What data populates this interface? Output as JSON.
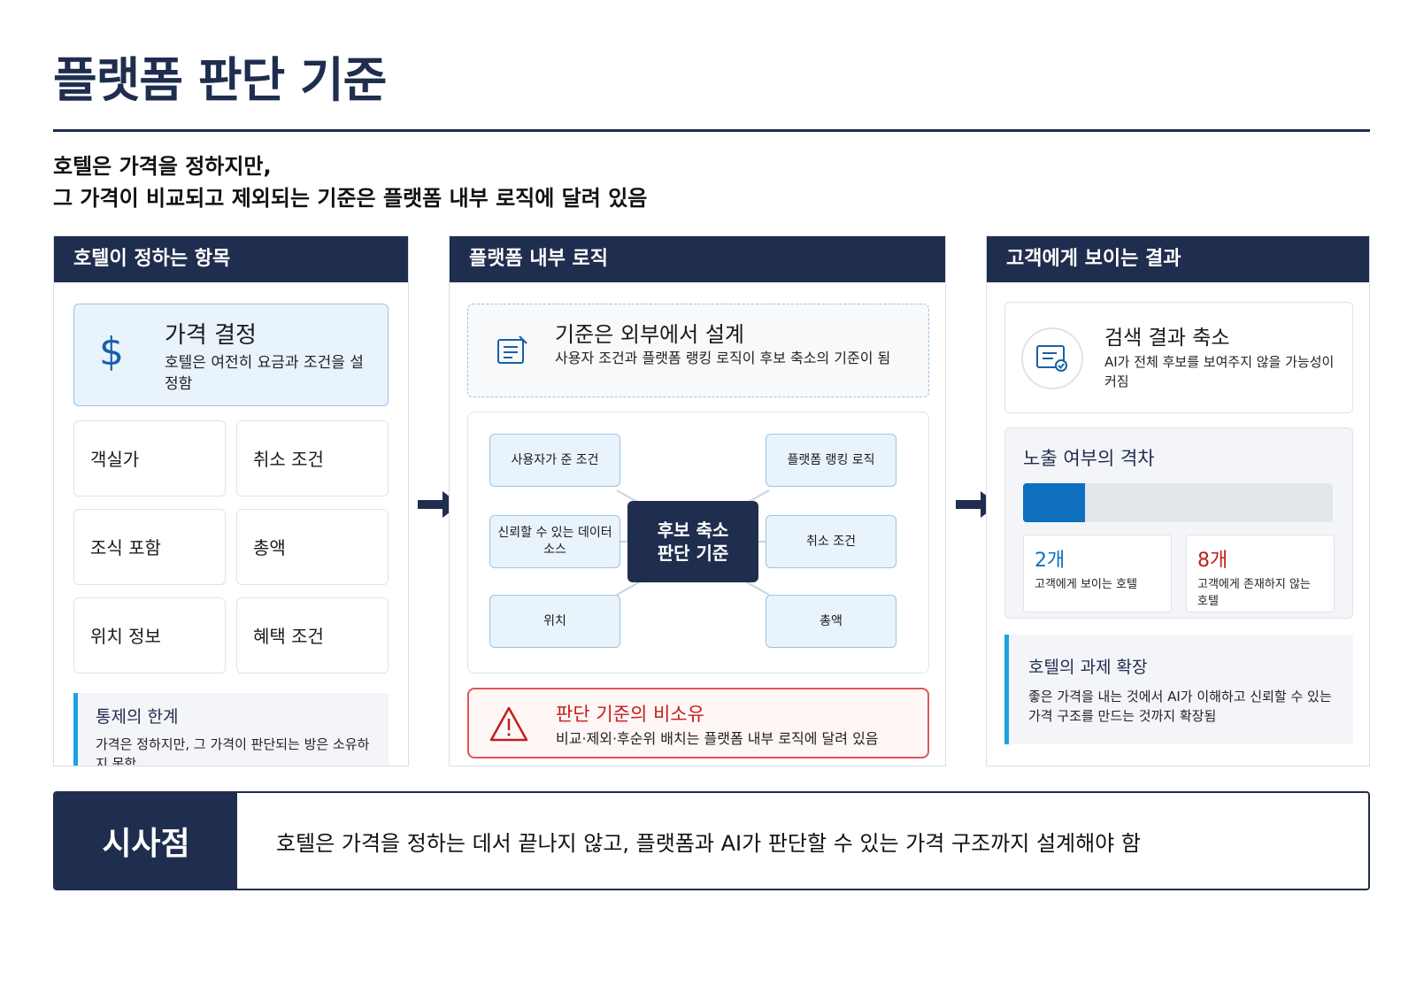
{
  "page": {
    "title": "플랫폼 판단 기준",
    "subtitle_line1": "호텔은 가격을 정하지만,",
    "subtitle_line2": "그 가격이 비교되고 제외되는 기준은 플랫폼 내부 로직에 달려 있음"
  },
  "panel1": {
    "header": "호텔이 정하는 항목",
    "price_card": {
      "icon": "dollar-icon",
      "title": "가격 결정",
      "desc": "호텔은 여전히 요금과 조건을 설정함"
    },
    "tiles": [
      "객실가",
      "취소 조건",
      "조식 포함",
      "총액",
      "위치 정보",
      "혜택 조건"
    ],
    "note": {
      "title": "통제의 한계",
      "desc": "가격은 정하지만, 그 가격이 판단되는 방은 소유하지 못함"
    }
  },
  "panel2": {
    "header": "플랫폼 내부 로직",
    "ext_card": {
      "icon": "document-list-icon",
      "title": "기준은 외부에서 설계",
      "desc": "사용자 조건과 플랫폼 랭킹 로직이 후보 축소의 기준이 됨"
    },
    "center": {
      "line1": "후보 축소",
      "line2": "판단 기준"
    },
    "nodes": [
      "사용자가 준 조건",
      "신뢰할 수 있는 데이터 소스",
      "위치",
      "플랫폼 랭킹 로직",
      "취소 조건",
      "총액"
    ],
    "warn_card": {
      "icon": "warning-icon",
      "title": "판단 기준의 비소유",
      "desc": "비교·제외·후순위 배치는 플랫폼 내부 로직에 달려 있음"
    }
  },
  "panel3": {
    "header": "고객에게 보이는 결과",
    "search_card": {
      "icon": "verified-document-icon",
      "title": "검색 결과 축소",
      "desc": "AI가 전체 후보를 보여주지 않을 가능성이 커짐"
    },
    "gap_card": {
      "title": "노출 여부의 격차",
      "visible_fraction": 0.2,
      "visible": {
        "count": "2개",
        "label": "고객에게 보이는 호텔"
      },
      "hidden": {
        "count": "8개",
        "label": "고객에게 존재하지 않는 호텔"
      }
    },
    "note": {
      "title": "호텔의 과제 확장",
      "desc": "좋은 가격을 내는 것에서 AI가 이해하고 신뢰할 수 있는 가격 구조를 만드는 것까지 확장됨"
    }
  },
  "banner": {
    "label": "시사점",
    "text": "호텔은 가격을 정하는 데서 끝나지 않고, 플랫폼과 AI가 판단할 수 있는 가격 구조까지 설계해야 함"
  },
  "colors": {
    "navy": "#1f2d4e",
    "accent_blue": "#0f6fbf",
    "cyan_bar": "#1ba3dd",
    "warning_red": "#c0201d",
    "hidden_count_red": "#c0201d"
  }
}
